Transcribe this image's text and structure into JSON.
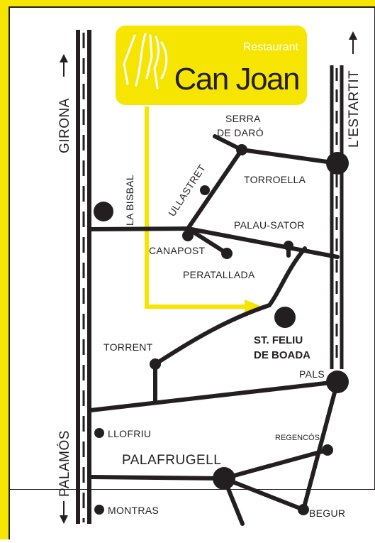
{
  "brand": {
    "label_small": "Restaurant",
    "name": "Can Joan",
    "logo_icon": "dining-cutlery-logo-icon",
    "accent": "#f6e500",
    "road_color": "#231f20"
  },
  "directions": {
    "left_top": "GIRONA",
    "left_bottom": "PALAMÓS",
    "right_top": "L'ESTARTIT"
  },
  "places": {
    "serra": "SERRA",
    "de_daro": "DE DARÓ",
    "torroella": "TORROELLA",
    "ullastret": "ULLASTRET",
    "la_bisbal": "LA BISBAL",
    "palau_sator": "PALAU-SATOR",
    "canapost": "CANAPOST",
    "peratallada": "PERATALLADA",
    "st_feliu_1": "ST. FELIU",
    "st_feliu_2": "DE BOADA",
    "torrent": "TORRENT",
    "pals": "PALS",
    "llofriu": "LLOFRIU",
    "regencos": "REGENCÓS",
    "palafrugell": "PALAFRUGELL",
    "montras": "MONTRAS",
    "begur": "BEGUR"
  }
}
